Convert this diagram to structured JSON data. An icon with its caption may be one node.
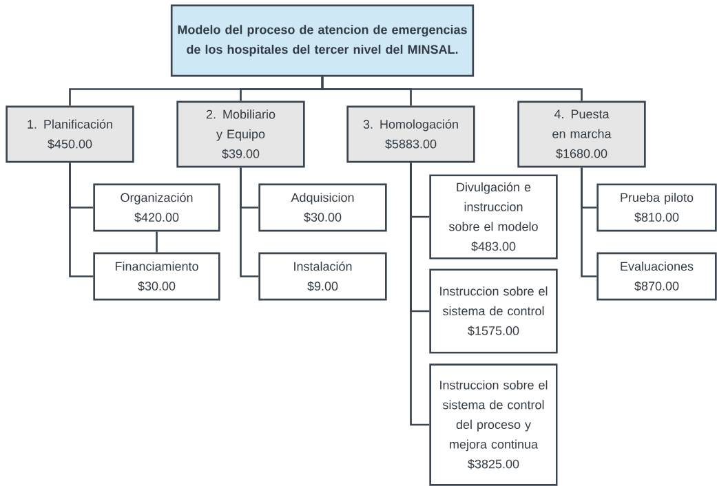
{
  "diagram": {
    "nodes": [
      {
        "text": [
          "Modelo del proceso de atencion de emergencias de los hospitales del tercer nivel del MINSAL."
        ]
      },
      {
        "text": [
          "1. Planificación",
          "$450.00"
        ]
      },
      {
        "text": [
          "2. Mobiliario y Equipo",
          "$39.00"
        ]
      },
      {
        "text": [
          "3. Homologación",
          "$5883.00"
        ]
      },
      {
        "text": [
          "4. Puesta en marcha",
          "$1680.00"
        ]
      },
      {
        "text": [
          "Organización",
          "$420.00"
        ]
      },
      {
        "text": [
          "Financiamiento",
          "$30.00"
        ]
      },
      {
        "text": [
          "Adquisicion",
          "$30.00"
        ]
      },
      {
        "text": [
          "Instalación",
          "$9.00"
        ]
      },
      {
        "text": [
          "Divulgación e instruccion sobre el modelo",
          "$483.00"
        ]
      },
      {
        "text": [
          "Instruccion sobre el sistema de control",
          "$1575.00"
        ]
      },
      {
        "text": [
          "Instruccion sobre el sistema de control del proceso y mejora continua",
          "$3825.00"
        ]
      },
      {
        "text": [
          "Prueba piloto",
          "$810.00"
        ]
      },
      {
        "text": [
          "Evaluaciones",
          "$870.00"
        ]
      }
    ],
    "edges": [
      {
        "from": 0,
        "to": 1,
        "arrow": "none"
      },
      {
        "from": 0,
        "to": 2,
        "arrow": "none"
      },
      {
        "from": 0,
        "to": 3,
        "arrow": "none"
      },
      {
        "from": 0,
        "to": 4,
        "arrow": "none"
      },
      {
        "from": 1,
        "to": 5,
        "arrow": "none"
      },
      {
        "from": 1,
        "to": 6,
        "arrow": "none"
      },
      {
        "from": 5,
        "to": 6,
        "arrow": "none"
      },
      {
        "from": 2,
        "to": 7,
        "arrow": "none"
      },
      {
        "from": 2,
        "to": 8,
        "arrow": "none"
      },
      {
        "from": 3,
        "to": 9,
        "arrow": "none"
      },
      {
        "from": 3,
        "to": 10,
        "arrow": "none"
      },
      {
        "from": 3,
        "to": 11,
        "arrow": "none"
      },
      {
        "from": 4,
        "to": 12,
        "arrow": "none"
      },
      {
        "from": 4,
        "to": 13,
        "arrow": "none"
      }
    ]
  }
}
